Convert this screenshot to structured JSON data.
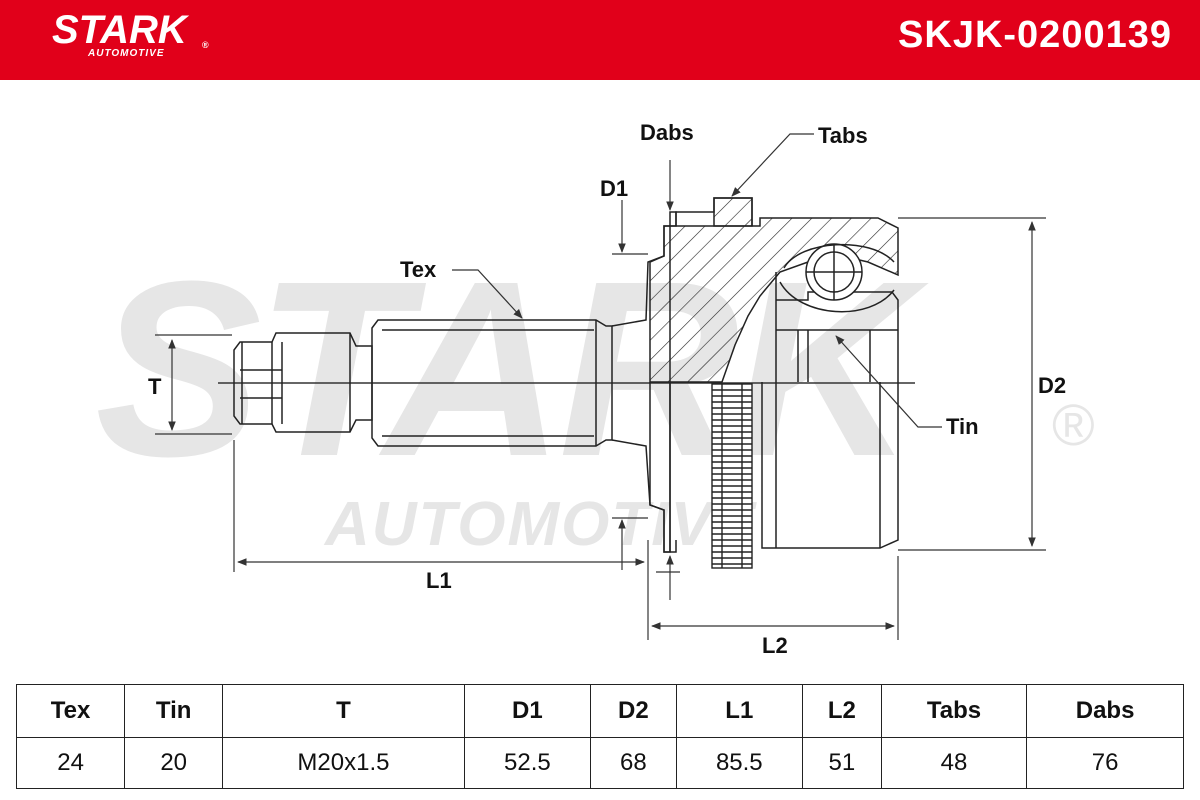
{
  "header": {
    "brand": "STARK",
    "brand_sub": "AUTOMOTIVE",
    "registered": "®",
    "part_number": "SKJK-0200139",
    "background_color": "#e1001a"
  },
  "watermark": {
    "main": "STARK",
    "sub": "AUTOMOTIVE",
    "registered": "®"
  },
  "diagram_labels": {
    "dabs": "Dabs",
    "tabs": "Tabs",
    "d1": "D1",
    "tex": "Tex",
    "t": "T",
    "d2": "D2",
    "tin": "Tin",
    "l1": "L1",
    "l2": "L2"
  },
  "specs": {
    "headers": [
      "Tex",
      "Tin",
      "T",
      "D1",
      "D2",
      "L1",
      "L2",
      "Tabs",
      "Dabs"
    ],
    "values": [
      "24",
      "20",
      "M20x1.5",
      "52.5",
      "68",
      "85.5",
      "51",
      "48",
      "76"
    ]
  }
}
